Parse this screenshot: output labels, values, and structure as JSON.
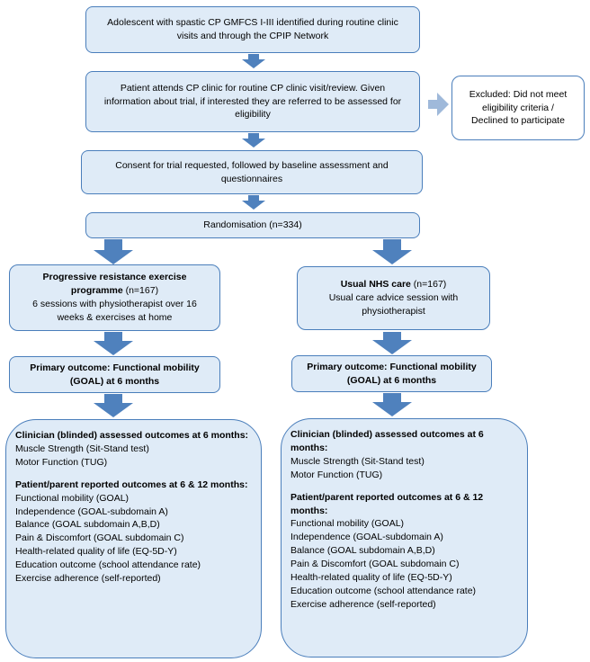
{
  "colors": {
    "box_fill": "#dfebf7",
    "box_border": "#4a7ebb",
    "arrow": "#4f81bd",
    "side_arrow": "#9fb9da"
  },
  "steps": {
    "identify": "Adolescent with spastic CP GMFCS I-III identified during routine clinic visits and through the CPIP Network",
    "attend": "Patient attends CP clinic for routine CP clinic visit/review. Given information about trial, if interested they are referred to be assessed for eligibility",
    "excluded": "Excluded: Did not meet eligibility criteria / Declined to participate",
    "consent": "Consent for trial requested, followed by baseline assessment and questionnaires",
    "randomisation": "Randomisation (n=334)"
  },
  "arms": [
    {
      "intervention_title": "Progressive resistance exercise programme",
      "intervention_n": " (n=167)",
      "intervention_desc": "6 sessions with physiotherapist over 16 weeks & exercises at home",
      "primary_outcome": "Primary outcome: Functional mobility (GOAL) at 6 months"
    },
    {
      "intervention_title": "Usual NHS care",
      "intervention_n": " (n=167)",
      "intervention_desc": "Usual care advice session with physiotherapist",
      "primary_outcome": "Primary outcome: Functional mobility (GOAL) at 6 months"
    }
  ],
  "outcomes": {
    "clinician_title": "Clinician (blinded) assessed outcomes at 6 months:",
    "clinician_items": [
      "Muscle Strength (Sit-Stand test)",
      "Motor Function (TUG)"
    ],
    "patient_title": "Patient/parent reported outcomes at 6 & 12 months:",
    "patient_items": [
      "Functional mobility (GOAL)",
      "Independence (GOAL-subdomain A)",
      "Balance (GOAL subdomain A,B,D)",
      "Pain & Discomfort (GOAL subdomain C)",
      "Health-related quality of life (EQ-5D-Y)",
      "Education outcome (school attendance rate)",
      "Exercise adherence (self-reported)"
    ]
  }
}
